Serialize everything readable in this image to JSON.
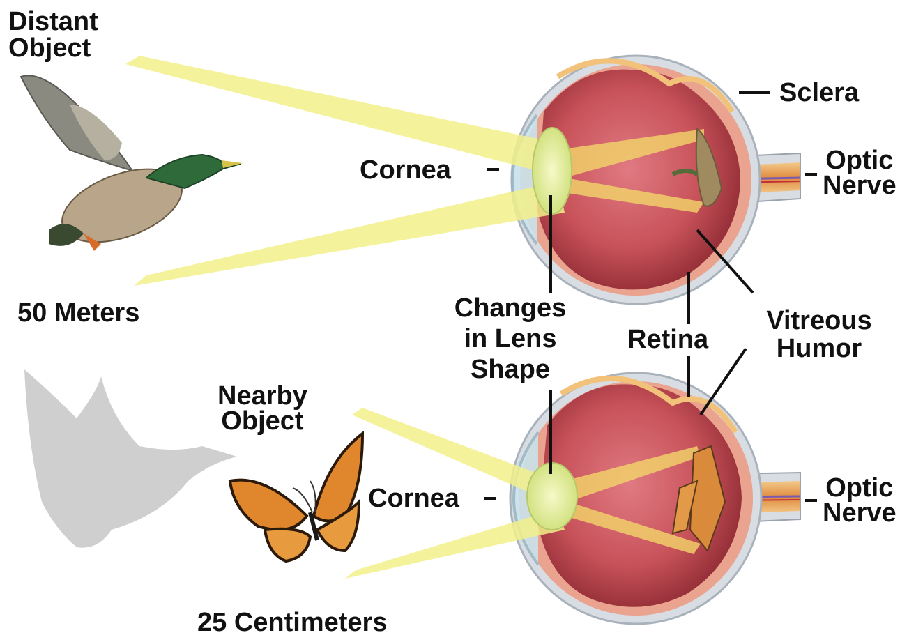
{
  "labels": {
    "distant_object": [
      "Distant",
      "Object"
    ],
    "distance_far": "50 Meters",
    "nearby_object": [
      "Nearby",
      "Object"
    ],
    "distance_near": "25 Centimeters",
    "cornea_top": "Cornea",
    "cornea_bottom": "Cornea",
    "sclera": "Sclera",
    "optic_nerve_top": [
      "Optic",
      "Nerve"
    ],
    "optic_nerve_bottom": [
      "Optic",
      "Nerve"
    ],
    "lens_change": [
      "Changes",
      "in Lens",
      "Shape"
    ],
    "retina": "Retina",
    "vitreous_humor": [
      "Vitreous",
      "Humor"
    ]
  },
  "colors": {
    "light_beam": "#f2f08a",
    "eye_interior": "#c8525a",
    "sclera": "#d8dde3",
    "lens": "#e9f29a",
    "optic_nerve": "#e8a35a",
    "duck_shadow": "#cfcfcf"
  }
}
